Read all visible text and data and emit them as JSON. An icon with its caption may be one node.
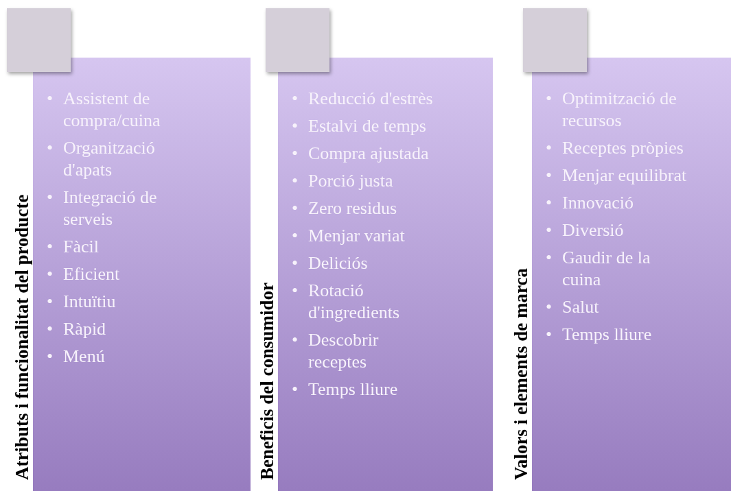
{
  "diagram": {
    "nodes": [
      {
        "text": [],
        "shape": "box"
      },
      {
        "text": [
          "Atributs i funcionalitat del producte",
          "Assistent de compra/cuina",
          "Organització d'apats",
          "Integració de serveis",
          "Fàcil",
          "Eficient",
          "Intuïtiu",
          "Ràpid",
          "Menú"
        ]
      },
      {
        "text": [],
        "shape": "box"
      },
      {
        "text": [
          "Beneficis del consumidor",
          "Reducció d'estrès",
          "Estalvi de temps",
          "Compra ajustada",
          "Porció justa",
          "Zero residus",
          "Menjar variat",
          "Deliciós",
          "Rotació d'ingredients",
          "Descobrir receptes",
          "Temps lliure"
        ]
      },
      {
        "text": [],
        "shape": "box"
      },
      {
        "text": [
          "Valors i elements de marca",
          "Optimització de recursos",
          "Receptes pròpies",
          "Menjar equilibrat",
          "Innovació",
          "Diversió",
          "Gaudir de la cuina",
          "Salut",
          "Temps lliure"
        ]
      }
    ],
    "labels": [
      "•",
      "•",
      "•",
      "•",
      "•",
      "•",
      "•",
      "•",
      "•",
      "•",
      "•",
      "•",
      "•",
      "•",
      "•",
      "•",
      "•",
      "•",
      "•",
      "•",
      "•",
      "•",
      "•",
      "•",
      "•",
      "•"
    ]
  }
}
